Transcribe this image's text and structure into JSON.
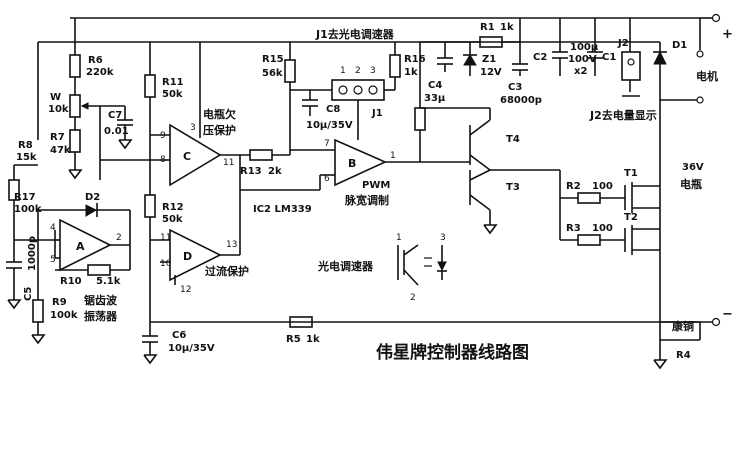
{
  "title": "伟星牌控制器线路图",
  "labels": {
    "j1_header": "J1去光电调速器",
    "r1": "R1",
    "r1_val": "1k",
    "r6": "R6",
    "r6_val": "220k",
    "w": "W",
    "w_val": "10k",
    "r7": "R7",
    "r7_val": "47k",
    "c7": "C7",
    "c7_val": "0.01",
    "r8": "R8",
    "r8_val": "15k",
    "r17": "R17",
    "r17_val": "100k",
    "c5": "C5",
    "c5_val": "1000p",
    "r9": "R9",
    "r9_val": "100k",
    "r10": "R10",
    "r10_val": "5.1k",
    "d2": "D2",
    "sawtooth": "锯齿波",
    "oscillator": "振荡器",
    "r11": "R11",
    "r11_val": "50k",
    "r12": "R12",
    "r12_val": "50k",
    "batt_under": "电瓶欠",
    "batt_under2": "压保护",
    "overcurrent": "过流保护",
    "ic2": "IC2 LM339",
    "r13": "R13",
    "r13_val": "2k",
    "r15": "R15",
    "r15_val": "56k",
    "r16": "R16",
    "r16_val": "1k",
    "c8": "C8",
    "c8_val": "10μ/35V",
    "j1": "J1",
    "j1_pin1": "1",
    "j1_pin2": "2",
    "j1_pin3": "3",
    "pwm": "PWM",
    "pwm_cn": "脉宽调制",
    "c4": "C4",
    "c4_val": "33μ",
    "z1": "Z1",
    "z1_val": "12V",
    "c3": "C3",
    "c3_val": "68000p",
    "c2": "C2",
    "c2_val1": "100μ",
    "c2_val2": "100V",
    "c2_val3": "x2",
    "c1": "C1",
    "j2": "J2",
    "j2_label": "J2去电量显示",
    "d1": "D1",
    "motor": "电机",
    "t4": "T4",
    "t3": "T3",
    "t1": "T1",
    "t2": "T2",
    "r2": "R2",
    "r2_val": "100",
    "r3": "R3",
    "r3_val": "100",
    "batt_v": "36V",
    "batt": "电瓶",
    "plus": "+",
    "minus": "−",
    "c6": "C6",
    "c6_val": "10μ/35V",
    "r5": "R5",
    "r5_val": "1k",
    "r4": "R4",
    "kangtong": "康铜",
    "photo": "光电调速器",
    "photo_p1": "1",
    "photo_p2": "2",
    "photo_p3": "3",
    "oa": "A",
    "ob": "B",
    "oc": "C",
    "od": "D",
    "p1": "1",
    "p2": "2",
    "p3": "3",
    "p4": "4",
    "p5": "5",
    "p6": "6",
    "p7": "7",
    "p8": "8",
    "p9": "9",
    "p10": "10",
    "p11a": "11",
    "p11b": "11",
    "p12": "12",
    "p13": "13"
  }
}
